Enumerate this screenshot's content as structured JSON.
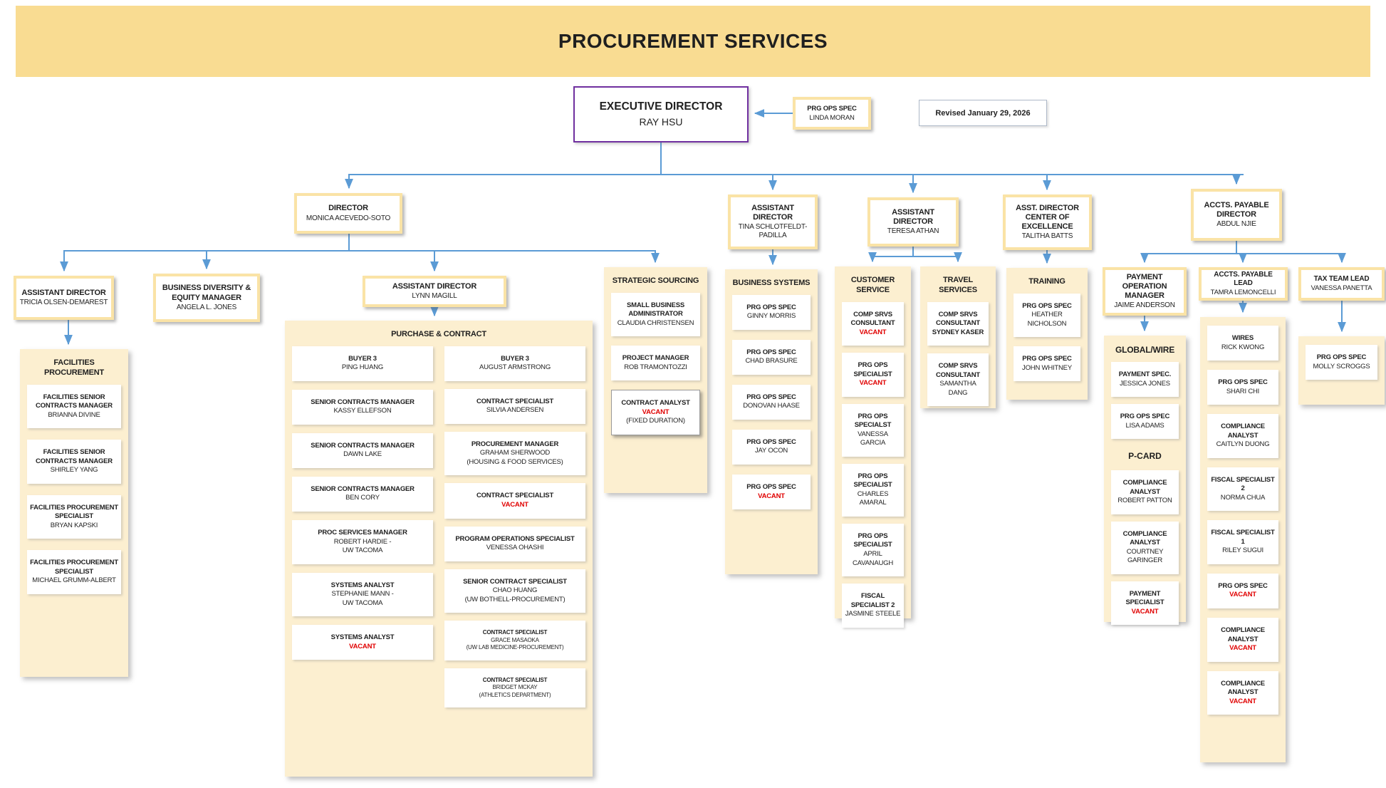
{
  "banner": {
    "title": "PROCUREMENT SERVICES"
  },
  "revised_label": "Revised January 29, 2026",
  "colors": {
    "banner": "#F9DC92",
    "panel": "#FCEFD0",
    "box_border": "#FAE3A6",
    "arrow": "#5B9BD5",
    "exec_border": "#7030A0",
    "vacant": "#E00000"
  },
  "nodes": {
    "executive": {
      "title": "EXECUTIVE DIRECTOR",
      "name": "RAY HSU"
    },
    "linda": {
      "title": "PRG OPS SPEC",
      "name": "LINDA MORAN"
    },
    "monica": {
      "title": "DIRECTOR",
      "name": "MONICA ACEVEDO-SOTO"
    },
    "tina": {
      "title": "ASSISTANT DIRECTOR",
      "name": "TINA SCHLOTFELDT-PADILLA"
    },
    "teresa": {
      "title": "ASSISTANT DIRECTOR",
      "name": "TERESA ATHAN"
    },
    "talitha": {
      "title": "ASST. DIRECTOR CENTER OF EXCELLENCE",
      "name": "TALITHA BATTS"
    },
    "abdul": {
      "title": "ACCTS. PAYABLE DIRECTOR",
      "name": "ABDUL NJIE"
    },
    "tricia": {
      "title": "ASSISTANT DIRECTOR",
      "name": "TRICIA OLSEN-DEMAREST"
    },
    "angela": {
      "title": "BUSINESS DIVERSITY & EQUITY MANAGER",
      "name": "ANGELA L. JONES"
    },
    "lynn": {
      "title": "ASSISTANT DIRECTOR",
      "name": "LYNN MAGILL"
    },
    "jaime": {
      "title": "PAYMENT OPERATION MANAGER",
      "name": "JAIME ANDERSON"
    },
    "tamra": {
      "title": "ACCTS. PAYABLE LEAD",
      "name": "TAMRA LEMONCELLI"
    },
    "vanessa": {
      "title": "TAX TEAM LEAD",
      "name": "VANESSA PANETTA"
    }
  },
  "titles": {
    "facilities": "FACILITIES PROCUREMENT",
    "purchase": "PURCHASE & CONTRACT",
    "strategic": "STRATEGIC SOURCING",
    "bizsys": "BUSINESS SYSTEMS",
    "custsvc": "CUSTOMER SERVICE",
    "travel": "TRAVEL SERVICES",
    "training": "TRAINING",
    "globalwire": "GLOBAL/WIRE"
  },
  "groups": {
    "facilities": {
      "items": [
        {
          "lines": [
            {
              "text": "FACILITIES SENIOR CONTRACTS MANAGER",
              "bold": true
            },
            {
              "text": "BRIANNA DIVINE"
            }
          ]
        },
        {
          "lines": [
            {
              "text": "FACILITIES SENIOR CONTRACTS MANAGER",
              "bold": true
            },
            {
              "text": "SHIRLEY YANG"
            }
          ]
        },
        {
          "lines": [
            {
              "text": "FACILITIES PROCUREMENT SPECIALIST",
              "bold": true
            },
            {
              "text": "BRYAN KAPSKI"
            }
          ]
        },
        {
          "lines": [
            {
              "text": "FACILITIES PROCUREMENT SPECIALIST",
              "bold": true
            },
            {
              "text": "MICHAEL GRUMM-ALBERT"
            }
          ]
        }
      ]
    },
    "purchase_left": {
      "items": [
        {
          "lines": [
            {
              "text": "BUYER 3",
              "bold": true
            },
            {
              "text": "PING HUANG"
            }
          ]
        },
        {
          "lines": [
            {
              "text": "SENIOR CONTRACTS MANAGER",
              "bold": true
            },
            {
              "text": "KASSY ELLEFSON"
            }
          ]
        },
        {
          "lines": [
            {
              "text": "SENIOR CONTRACTS MANAGER",
              "bold": true
            },
            {
              "text": "DAWN LAKE"
            }
          ]
        },
        {
          "lines": [
            {
              "text": "SENIOR CONTRACTS MANAGER",
              "bold": true
            },
            {
              "text": "BEN CORY"
            }
          ]
        },
        {
          "lines": [
            {
              "text": "PROC SERVICES MANAGER",
              "bold": true
            },
            {
              "text": "ROBERT HARDIE -"
            },
            {
              "text": "UW TACOMA"
            }
          ]
        },
        {
          "lines": [
            {
              "text": "SYSTEMS ANALYST",
              "bold": true
            },
            {
              "text": "STEPHANIE MANN -"
            },
            {
              "text": "UW TACOMA"
            }
          ]
        },
        {
          "lines": [
            {
              "text": "SYSTEMS ANALYST",
              "bold": true
            },
            {
              "text": "VACANT",
              "red": true
            }
          ]
        }
      ]
    },
    "purchase_right": {
      "items": [
        {
          "lines": [
            {
              "text": "BUYER 3",
              "bold": true
            },
            {
              "text": "AUGUST ARMSTRONG"
            }
          ]
        },
        {
          "lines": [
            {
              "text": "CONTRACT SPECIALIST",
              "bold": true
            },
            {
              "text": "SILVIA ANDERSEN"
            }
          ]
        },
        {
          "lines": [
            {
              "text": "PROCUREMENT MANAGER",
              "bold": true
            },
            {
              "text": "GRAHAM SHERWOOD"
            },
            {
              "text": "(HOUSING & FOOD SERVICES)"
            }
          ]
        },
        {
          "lines": [
            {
              "text": "CONTRACT SPECIALIST",
              "bold": true
            },
            {
              "text": "VACANT",
              "red": true
            }
          ]
        },
        {
          "lines": [
            {
              "text": "PROGRAM OPERATIONS SPECIALIST",
              "bold": true
            },
            {
              "text": "VENESSA OHASHI"
            }
          ]
        },
        {
          "lines": [
            {
              "text": "SENIOR CONTRACT SPECIALIST",
              "bold": true
            },
            {
              "text": "CHAO HUANG"
            },
            {
              "text": "(UW BOTHELL-PROCUREMENT)"
            }
          ]
        },
        {
          "small": true,
          "lines": [
            {
              "text": "CONTRACT SPECIALIST",
              "bold": true
            },
            {
              "text": "GRACE MASAOKA"
            },
            {
              "text": "(UW LAB MEDICINE-PROCUREMENT)"
            }
          ]
        },
        {
          "small": true,
          "lines": [
            {
              "text": "CONTRACT SPECIALIST",
              "bold": true
            },
            {
              "text": "BRIDGET MCKAY"
            },
            {
              "text": "(ATHLETICS DEPARTMENT)"
            }
          ]
        }
      ]
    },
    "strategic": {
      "items": [
        {
          "lines": [
            {
              "text": "SMALL BUSINESS ADMINISTRATOR",
              "bold": true
            },
            {
              "text": "CLAUDIA CHRISTENSEN"
            }
          ]
        },
        {
          "lines": [
            {
              "text": "PROJECT MANAGER",
              "bold": true
            },
            {
              "text": "ROB TRAMONTOZZI"
            }
          ]
        },
        {
          "style": "gray",
          "lines": [
            {
              "text": "CONTRACT ANALYST",
              "bold": true
            },
            {
              "text": "VACANT",
              "red": true
            },
            {
              "text": "(FIXED DURATION)"
            }
          ]
        }
      ]
    },
    "bizsys": {
      "items": [
        {
          "lines": [
            {
              "text": "PRG OPS SPEC",
              "bold": true
            },
            {
              "text": "GINNY MORRIS"
            }
          ]
        },
        {
          "lines": [
            {
              "text": "PRG OPS SPEC",
              "bold": true
            },
            {
              "text": "CHAD BRASURE"
            }
          ]
        },
        {
          "lines": [
            {
              "text": "PRG OPS SPEC",
              "bold": true
            },
            {
              "text": "DONOVAN HAASE"
            }
          ]
        },
        {
          "lines": [
            {
              "text": "PRG OPS SPEC",
              "bold": true
            },
            {
              "text": "JAY OCON"
            }
          ]
        },
        {
          "lines": [
            {
              "text": "PRG OPS SPEC",
              "bold": true
            },
            {
              "text": "VACANT",
              "red": true
            }
          ]
        }
      ]
    },
    "custsvc": {
      "items": [
        {
          "lines": [
            {
              "text": "COMP SRVS CONSULTANT",
              "bold": true
            },
            {
              "text": "VACANT",
              "red": true
            }
          ]
        },
        {
          "lines": [
            {
              "text": "PRG OPS SPECIALIST",
              "bold": true
            },
            {
              "text": "VACANT",
              "red": true
            }
          ]
        },
        {
          "lines": [
            {
              "text": "PRG OPS SPECIALST",
              "bold": true
            },
            {
              "text": "VANESSA GARCIA"
            }
          ]
        },
        {
          "lines": [
            {
              "text": "PRG OPS SPECIALIST",
              "bold": true
            },
            {
              "text": "CHARLES AMARAL"
            }
          ]
        },
        {
          "lines": [
            {
              "text": "PRG OPS SPECIALIST",
              "bold": true
            },
            {
              "text": "APRIL CAVANAUGH"
            }
          ]
        },
        {
          "lines": [
            {
              "text": "FISCAL SPECIALIST 2",
              "bold": true
            },
            {
              "text": "JASMINE STEELE"
            }
          ]
        }
      ]
    },
    "travel": {
      "items": [
        {
          "lines": [
            {
              "text": "COMP SRVS CONSULTANT",
              "bold": true
            },
            {
              "text": "SYDNEY KASER",
              "bold": true
            }
          ]
        },
        {
          "lines": [
            {
              "text": "COMP SRVS CONSULTANT",
              "bold": true
            },
            {
              "text": "SAMANTHA DANG"
            }
          ]
        }
      ]
    },
    "training": {
      "items": [
        {
          "lines": [
            {
              "text": "PRG OPS SPEC",
              "bold": true
            },
            {
              "text": "HEATHER NICHOLSON"
            }
          ]
        },
        {
          "lines": [
            {
              "text": "PRG OPS SPEC",
              "bold": true
            },
            {
              "text": "JOHN WHITNEY"
            }
          ]
        }
      ]
    },
    "globalwire": {
      "items": [
        {
          "lines": [
            {
              "text": "PAYMENT SPEC.",
              "bold": true
            },
            {
              "text": "JESSICA JONES"
            }
          ]
        },
        {
          "lines": [
            {
              "text": "PRG OPS SPEC",
              "bold": true
            },
            {
              "text": "LISA ADAMS"
            }
          ]
        },
        {
          "header": "P-CARD"
        },
        {
          "lines": [
            {
              "text": "COMPLIANCE ANALYST",
              "bold": true
            },
            {
              "text": "ROBERT PATTON"
            }
          ]
        },
        {
          "lines": [
            {
              "text": "COMPLIANCE ANALYST",
              "bold": true
            },
            {
              "text": "COURTNEY GARINGER"
            }
          ]
        },
        {
          "lines": [
            {
              "text": "PAYMENT SPECIALIST",
              "bold": true
            },
            {
              "text": "VACANT",
              "red": true
            }
          ]
        }
      ]
    },
    "apteam": {
      "items": [
        {
          "lines": [
            {
              "text": "WIRES",
              "bold": true
            },
            {
              "text": "RICK KWONG"
            }
          ]
        },
        {
          "lines": [
            {
              "text": "PRG OPS SPEC",
              "bold": true
            },
            {
              "text": "SHARI CHI"
            }
          ]
        },
        {
          "lines": [
            {
              "text": "COMPLIANCE ANALYST",
              "bold": true
            },
            {
              "text": "CAITLYN DUONG"
            }
          ]
        },
        {
          "lines": [
            {
              "text": "FISCAL SPECIALIST 2",
              "bold": true
            },
            {
              "text": "NORMA CHUA"
            }
          ]
        },
        {
          "lines": [
            {
              "text": "FISCAL SPECIALIST 1",
              "bold": true
            },
            {
              "text": "RILEY SUGUI"
            }
          ]
        },
        {
          "lines": [
            {
              "text": "PRG OPS SPEC",
              "bold": true
            },
            {
              "text": "VACANT",
              "red": true
            }
          ]
        },
        {
          "lines": [
            {
              "text": "COMPLIANCE ANALYST",
              "bold": true
            },
            {
              "text": "VACANT",
              "red": true
            }
          ]
        },
        {
          "lines": [
            {
              "text": "COMPLIANCE ANALYST",
              "bold": true
            },
            {
              "text": "VACANT",
              "red": true
            }
          ]
        }
      ]
    },
    "tax": {
      "items": [
        {
          "lines": [
            {
              "text": "PRG OPS SPEC",
              "bold": true
            },
            {
              "text": "MOLLY SCROGGS"
            }
          ]
        }
      ]
    }
  }
}
